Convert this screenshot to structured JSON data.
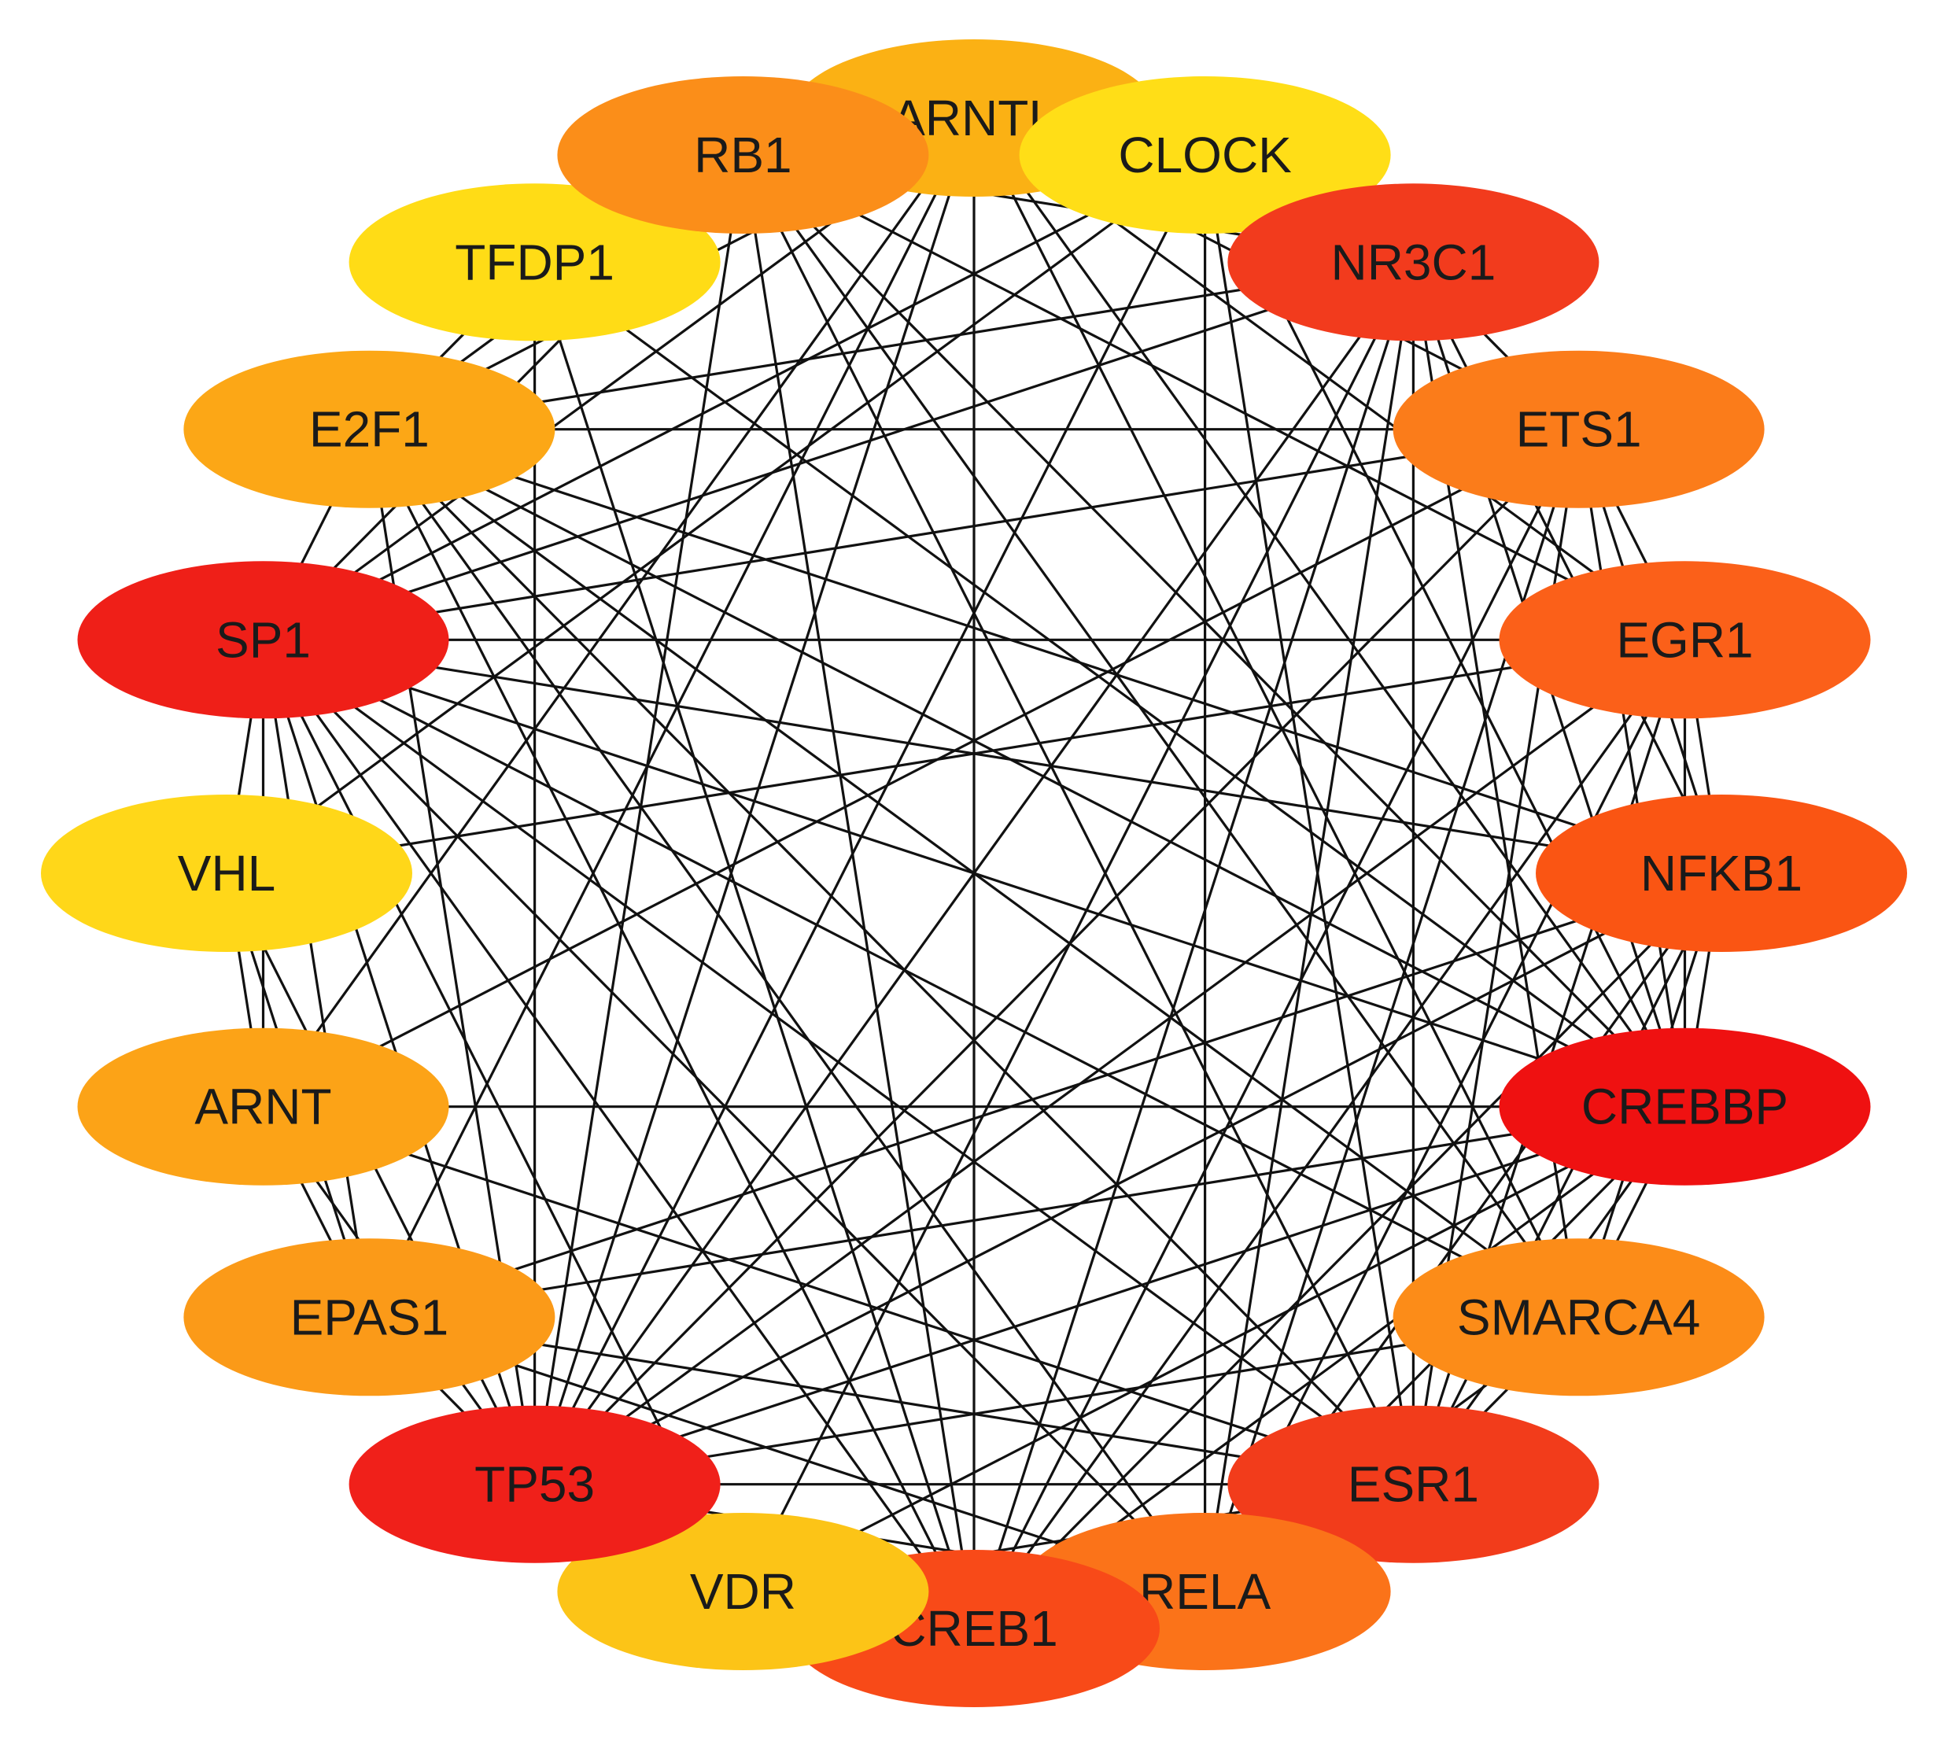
{
  "diagram": {
    "type": "network",
    "layout": "circle",
    "nodes": [
      {
        "id": "ARNTL",
        "color": "#fbb114"
      },
      {
        "id": "CLOCK",
        "color": "#ffde17"
      },
      {
        "id": "NR3C1",
        "color": "#f23b1d"
      },
      {
        "id": "ETS1",
        "color": "#fb7c1a"
      },
      {
        "id": "EGR1",
        "color": "#fb6019"
      },
      {
        "id": "NFKB1",
        "color": "#fa5513"
      },
      {
        "id": "CREBBP",
        "color": "#ef1111"
      },
      {
        "id": "SMARCA4",
        "color": "#fc8c18"
      },
      {
        "id": "ESR1",
        "color": "#f23c1b"
      },
      {
        "id": "RELA",
        "color": "#fb7319"
      },
      {
        "id": "CREB1",
        "color": "#f84a18"
      },
      {
        "id": "VDR",
        "color": "#fcc417"
      },
      {
        "id": "TP53",
        "color": "#f0201a"
      },
      {
        "id": "EPAS1",
        "color": "#fb9a18"
      },
      {
        "id": "ARNT",
        "color": "#fca317"
      },
      {
        "id": "VHL",
        "color": "#ffd719"
      },
      {
        "id": "SP1",
        "color": "#ef1f18"
      },
      {
        "id": "E2F1",
        "color": "#fca716"
      },
      {
        "id": "TFDP1",
        "color": "#ffdc16"
      },
      {
        "id": "RB1",
        "color": "#fb8e19"
      }
    ],
    "edges": [
      [
        "ARNTL",
        "CLOCK"
      ],
      [
        "ARNTL",
        "ETS1"
      ],
      [
        "ARNTL",
        "EGR1"
      ],
      [
        "ARNTL",
        "CREBBP"
      ],
      [
        "ARNTL",
        "SMARCA4"
      ],
      [
        "ARNTL",
        "CREB1"
      ],
      [
        "ARNTL",
        "TP53"
      ],
      [
        "ARNTL",
        "EPAS1"
      ],
      [
        "ARNTL",
        "ARNT"
      ],
      [
        "ARNTL",
        "SP1"
      ],
      [
        "ARNTL",
        "E2F1"
      ],
      [
        "CLOCK",
        "NR3C1"
      ],
      [
        "CLOCK",
        "CREBBP"
      ],
      [
        "CLOCK",
        "ESR1"
      ],
      [
        "CLOCK",
        "RELA"
      ],
      [
        "CLOCK",
        "TP53"
      ],
      [
        "CLOCK",
        "VHL"
      ],
      [
        "CLOCK",
        "SP1"
      ],
      [
        "NR3C1",
        "ETS1"
      ],
      [
        "NR3C1",
        "NFKB1"
      ],
      [
        "NR3C1",
        "CREBBP"
      ],
      [
        "NR3C1",
        "SMARCA4"
      ],
      [
        "NR3C1",
        "ESR1"
      ],
      [
        "NR3C1",
        "RELA"
      ],
      [
        "NR3C1",
        "CREB1"
      ],
      [
        "NR3C1",
        "VDR"
      ],
      [
        "NR3C1",
        "TP53"
      ],
      [
        "NR3C1",
        "SP1"
      ],
      [
        "NR3C1",
        "E2F1"
      ],
      [
        "NR3C1",
        "RB1"
      ],
      [
        "ETS1",
        "EGR1"
      ],
      [
        "ETS1",
        "NFKB1"
      ],
      [
        "ETS1",
        "CREBBP"
      ],
      [
        "ETS1",
        "ESR1"
      ],
      [
        "ETS1",
        "RELA"
      ],
      [
        "ETS1",
        "CREB1"
      ],
      [
        "ETS1",
        "TP53"
      ],
      [
        "ETS1",
        "ARNT"
      ],
      [
        "ETS1",
        "SP1"
      ],
      [
        "ETS1",
        "E2F1"
      ],
      [
        "EGR1",
        "NFKB1"
      ],
      [
        "EGR1",
        "CREBBP"
      ],
      [
        "EGR1",
        "ESR1"
      ],
      [
        "EGR1",
        "RELA"
      ],
      [
        "EGR1",
        "CREB1"
      ],
      [
        "EGR1",
        "TP53"
      ],
      [
        "EGR1",
        "VHL"
      ],
      [
        "EGR1",
        "SP1"
      ],
      [
        "EGR1",
        "RB1"
      ],
      [
        "NFKB1",
        "CREBBP"
      ],
      [
        "NFKB1",
        "SMARCA4"
      ],
      [
        "NFKB1",
        "ESR1"
      ],
      [
        "NFKB1",
        "RELA"
      ],
      [
        "NFKB1",
        "CREB1"
      ],
      [
        "NFKB1",
        "TP53"
      ],
      [
        "NFKB1",
        "EPAS1"
      ],
      [
        "NFKB1",
        "SP1"
      ],
      [
        "NFKB1",
        "E2F1"
      ],
      [
        "CREBBP",
        "SMARCA4"
      ],
      [
        "CREBBP",
        "ESR1"
      ],
      [
        "CREBBP",
        "RELA"
      ],
      [
        "CREBBP",
        "CREB1"
      ],
      [
        "CREBBP",
        "VDR"
      ],
      [
        "CREBBP",
        "TP53"
      ],
      [
        "CREBBP",
        "EPAS1"
      ],
      [
        "CREBBP",
        "ARNT"
      ],
      [
        "CREBBP",
        "SP1"
      ],
      [
        "CREBBP",
        "E2F1"
      ],
      [
        "CREBBP",
        "TFDP1"
      ],
      [
        "CREBBP",
        "RB1"
      ],
      [
        "SMARCA4",
        "ESR1"
      ],
      [
        "SMARCA4",
        "RELA"
      ],
      [
        "SMARCA4",
        "TP53"
      ],
      [
        "SMARCA4",
        "SP1"
      ],
      [
        "SMARCA4",
        "E2F1"
      ],
      [
        "SMARCA4",
        "RB1"
      ],
      [
        "ESR1",
        "RELA"
      ],
      [
        "ESR1",
        "CREB1"
      ],
      [
        "ESR1",
        "VDR"
      ],
      [
        "ESR1",
        "TP53"
      ],
      [
        "ESR1",
        "EPAS1"
      ],
      [
        "ESR1",
        "ARNT"
      ],
      [
        "ESR1",
        "SP1"
      ],
      [
        "ESR1",
        "E2F1"
      ],
      [
        "ESR1",
        "RB1"
      ],
      [
        "RELA",
        "CREB1"
      ],
      [
        "RELA",
        "TP53"
      ],
      [
        "RELA",
        "EPAS1"
      ],
      [
        "RELA",
        "SP1"
      ],
      [
        "RELA",
        "E2F1"
      ],
      [
        "CREB1",
        "VDR"
      ],
      [
        "CREB1",
        "TP53"
      ],
      [
        "CREB1",
        "SP1"
      ],
      [
        "CREB1",
        "E2F1"
      ],
      [
        "CREB1",
        "TFDP1"
      ],
      [
        "CREB1",
        "RB1"
      ],
      [
        "VDR",
        "TP53"
      ],
      [
        "VDR",
        "SP1"
      ],
      [
        "TP53",
        "EPAS1"
      ],
      [
        "TP53",
        "ARNT"
      ],
      [
        "TP53",
        "VHL"
      ],
      [
        "TP53",
        "SP1"
      ],
      [
        "TP53",
        "E2F1"
      ],
      [
        "TP53",
        "TFDP1"
      ],
      [
        "TP53",
        "RB1"
      ],
      [
        "EPAS1",
        "ARNT"
      ],
      [
        "EPAS1",
        "VHL"
      ],
      [
        "EPAS1",
        "SP1"
      ],
      [
        "ARNT",
        "VHL"
      ],
      [
        "ARNT",
        "SP1"
      ],
      [
        "VHL",
        "SP1"
      ],
      [
        "SP1",
        "E2F1"
      ],
      [
        "SP1",
        "RB1"
      ],
      [
        "E2F1",
        "TFDP1"
      ],
      [
        "E2F1",
        "RB1"
      ],
      [
        "TFDP1",
        "RB1"
      ]
    ]
  }
}
